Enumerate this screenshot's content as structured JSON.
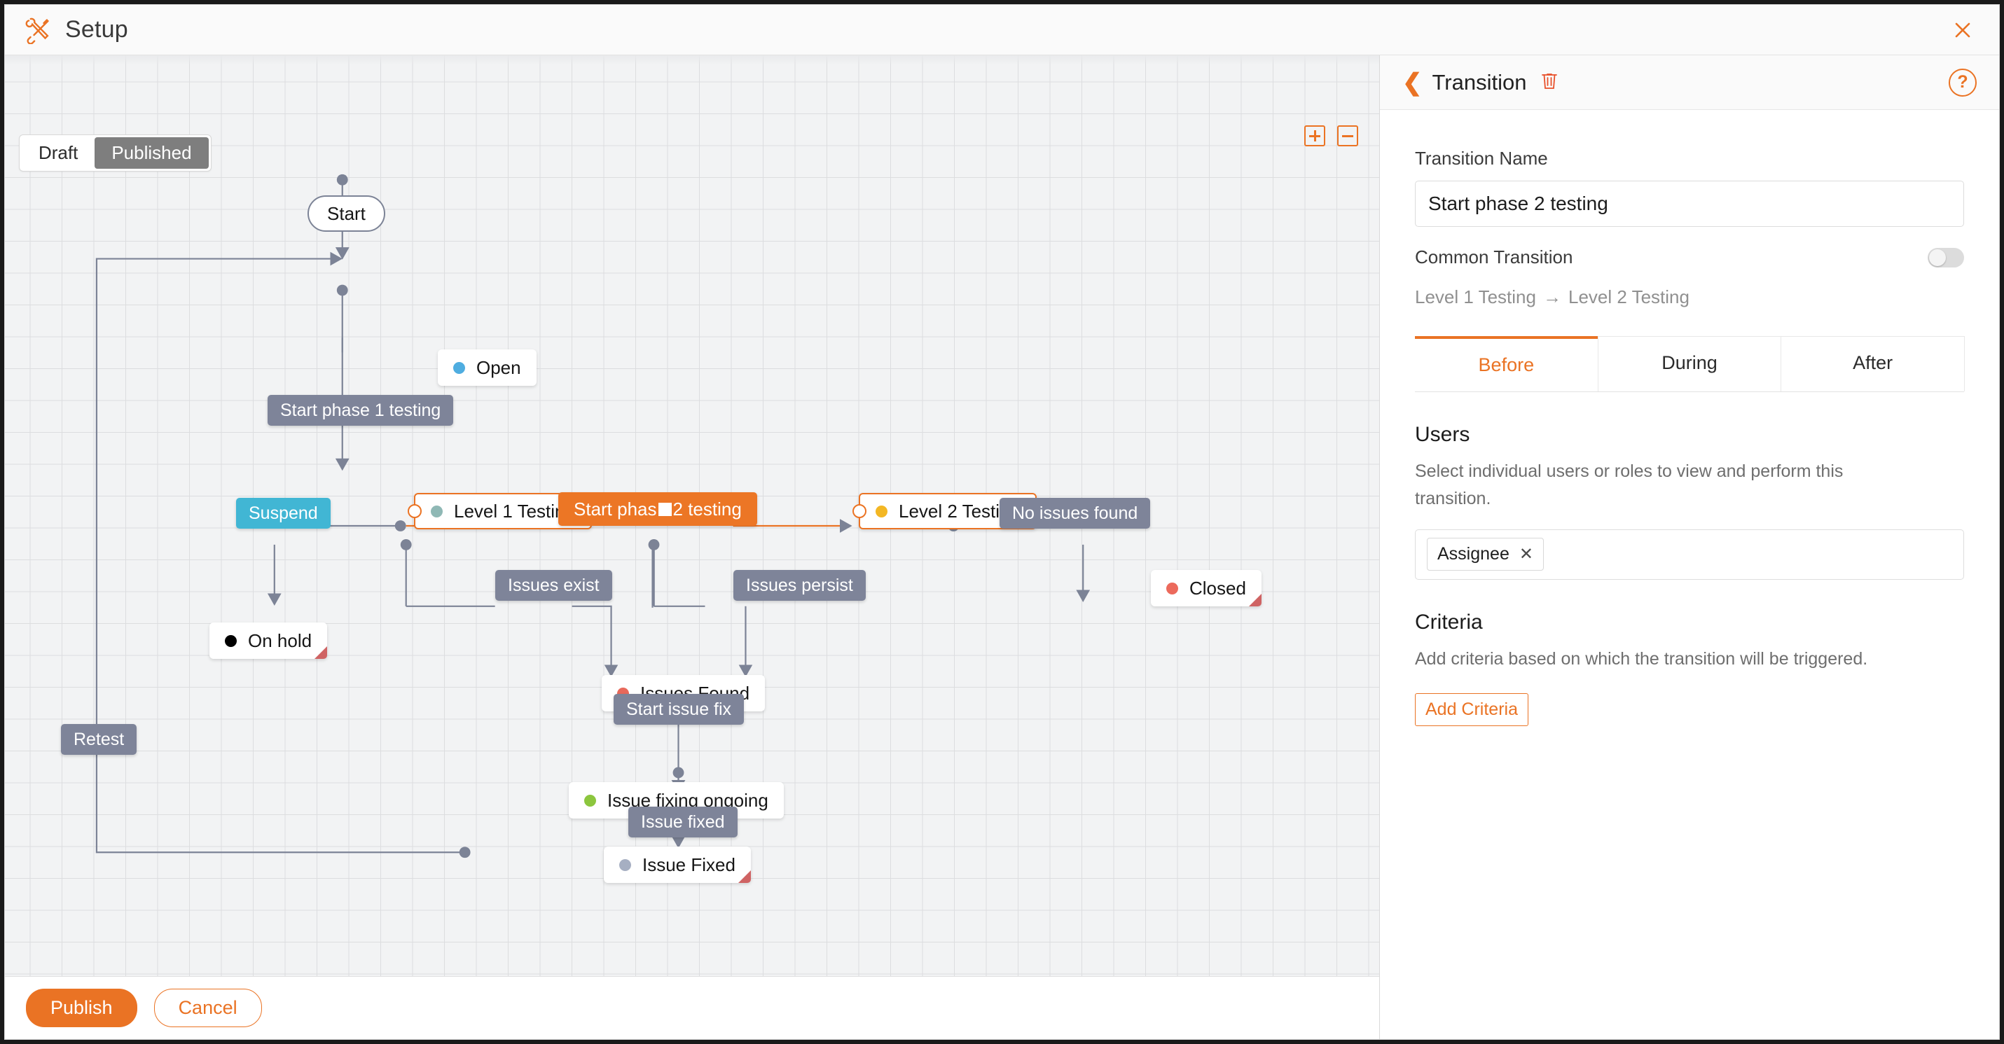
{
  "window": {
    "title": "Setup",
    "app_icon": "tools-icon",
    "close_icon": "close-icon"
  },
  "canvas": {
    "state_toggle": {
      "options": [
        "Draft",
        "Published"
      ],
      "active": "Published"
    },
    "zoom_in_label": "+",
    "zoom_out_label": "−",
    "footer": {
      "publish_label": "Publish",
      "cancel_label": "Cancel"
    },
    "colors": {
      "accent": "#ea7324",
      "transition": "#7e8499",
      "transition_selected": "#ec7625",
      "suspend": "#41b6d4",
      "edge": "#7c8396",
      "grid": "#dcdddf",
      "canvas_bg": "#f2f3f4"
    },
    "nodes": [
      {
        "id": "start",
        "label": "Start",
        "shape": "pill",
        "dot": null,
        "fold": false,
        "selected": false
      },
      {
        "id": "open",
        "label": "Open",
        "shape": "box",
        "dot": "#4FADE0",
        "fold": false,
        "selected": false
      },
      {
        "id": "level1",
        "label": "Level 1 Testing",
        "shape": "box",
        "dot": "#8FB8B5",
        "fold": false,
        "selected": true
      },
      {
        "id": "level2",
        "label": "Level 2 Testing",
        "shape": "box",
        "dot": "#F3B724",
        "fold": false,
        "selected": true
      },
      {
        "id": "onhold",
        "label": "On hold",
        "shape": "box",
        "dot": "#000000",
        "fold": true,
        "selected": false
      },
      {
        "id": "closed",
        "label": "Closed",
        "shape": "box",
        "dot": "#EC6A5C",
        "fold": true,
        "selected": false
      },
      {
        "id": "issuesfound",
        "label": "Issues Found",
        "shape": "box",
        "dot": "#E8695B",
        "fold": false,
        "selected": false
      },
      {
        "id": "fixongoing",
        "label": "Issue fixing ongoing",
        "shape": "box",
        "dot": "#8CC63E",
        "fold": false,
        "selected": false
      },
      {
        "id": "issuefixed",
        "label": "Issue Fixed",
        "shape": "box",
        "dot": "#A6AFC2",
        "fold": true,
        "selected": false
      }
    ],
    "transitions": [
      {
        "id": "t-phase1",
        "label": "Start phase 1 testing",
        "style": "default",
        "glyph": false
      },
      {
        "id": "t-phase2",
        "label_pre": "Start phas",
        "label_post": " 2 testing",
        "style": "selected",
        "glyph": true
      },
      {
        "id": "t-suspend",
        "label": "Suspend",
        "style": "suspend",
        "glyph": false
      },
      {
        "id": "t-noissues",
        "label": "No issues found",
        "style": "default",
        "glyph": false
      },
      {
        "id": "t-exist",
        "label": "Issues exist",
        "style": "default",
        "glyph": false
      },
      {
        "id": "t-persist",
        "label": "Issues persist",
        "style": "default",
        "glyph": false
      },
      {
        "id": "t-startfix",
        "label": "Start issue fix",
        "style": "default",
        "glyph": false
      },
      {
        "id": "t-fixed",
        "label": "Issue fixed",
        "style": "default",
        "glyph": false
      },
      {
        "id": "t-retest",
        "label": "Retest",
        "style": "default",
        "glyph": false
      }
    ]
  },
  "panel": {
    "back_icon": "chevron-left-icon",
    "title": "Transition",
    "delete_icon": "trash-icon",
    "help_icon": "help-icon",
    "help_label": "?",
    "name_label": "Transition Name",
    "name_value": "Start phase 2 testing",
    "name_placeholder": "Transition Name",
    "common_label": "Common Transition",
    "common_enabled": false,
    "flow_from": "Level 1 Testing",
    "flow_arrow": "→",
    "flow_to": "Level 2 Testing",
    "tabs": [
      {
        "id": "before",
        "label": "Before",
        "active": true
      },
      {
        "id": "during",
        "label": "During",
        "active": false
      },
      {
        "id": "after",
        "label": "After",
        "active": false
      }
    ],
    "users": {
      "title": "Users",
      "description": "Select individual users or roles to view and perform this transition.",
      "chips": [
        {
          "label": "Assignee",
          "remove_icon": "close-icon",
          "remove_label": "✕"
        }
      ]
    },
    "criteria": {
      "title": "Criteria",
      "description": "Add criteria based on which the transition will be triggered.",
      "add_label": "Add Criteria"
    }
  }
}
